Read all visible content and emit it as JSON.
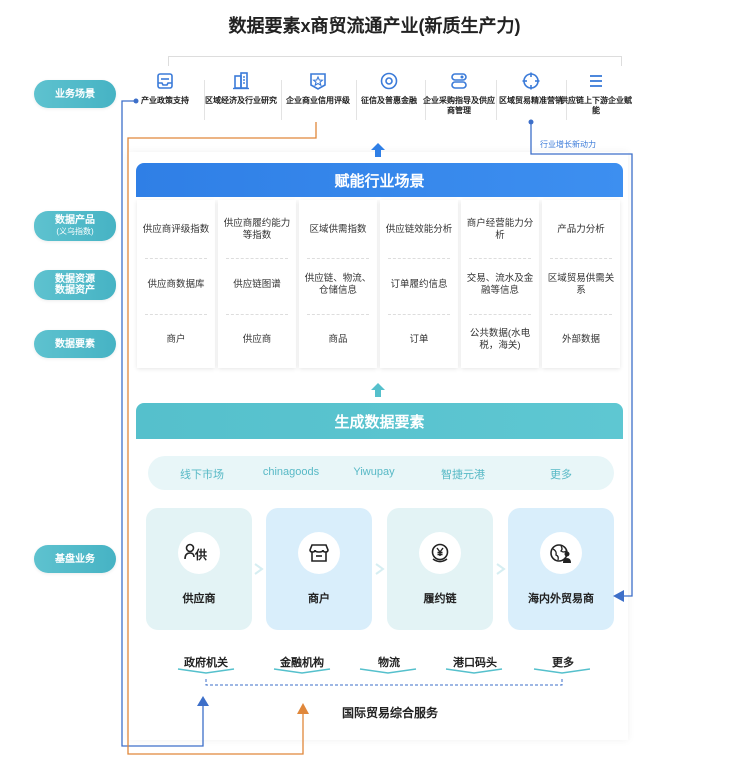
{
  "title": "数据要素x商贸流通产业(新质生产力)",
  "left_labels": {
    "business_scenarios": "业务场景",
    "data_products": "数据产品",
    "data_products_sub": "(义乌指数)",
    "data_resources": "数据资源",
    "data_assets": "数据资产",
    "data_elements": "数据要素",
    "base_business": "基盘业务"
  },
  "scenarios": [
    {
      "label": "产业政策支持",
      "icon": "document-tray-icon"
    },
    {
      "label": "区域经济及行业研究",
      "icon": "city-buildings-icon"
    },
    {
      "label": "企业商业信用评级",
      "icon": "star-badge-icon"
    },
    {
      "label": "征信及普惠金融",
      "icon": "target-circle-icon"
    },
    {
      "label": "企业采购指导及供应商管理",
      "icon": "profile-card-icon"
    },
    {
      "label": "区域贸易精准营销",
      "icon": "crosshair-icon"
    },
    {
      "label": "供应链上下游企业赋能",
      "icon": "menu-lines-icon"
    }
  ],
  "growth_note": "行业增长新动力",
  "empower_title": "赋能行业场景",
  "grid_columns": [
    {
      "product": "供应商评级指数",
      "resource": "供应商数据库",
      "element": "商户"
    },
    {
      "product": "供应商履约能力等指数",
      "resource": "供应链图谱",
      "element": "供应商"
    },
    {
      "product": "区域供需指数",
      "resource": "供应链、物流、仓储信息",
      "element": "商品"
    },
    {
      "product": "供应链效能分析",
      "resource": "订单履约信息",
      "element": "订单"
    },
    {
      "product": "商户经营能力分析",
      "resource": "交易、流水及金融等信息",
      "element": "公共数据(水电税，海关)"
    },
    {
      "product": "产品力分析",
      "resource": "区域贸易供需关系",
      "element": "外部数据"
    }
  ],
  "generate_title": "生成数据要素",
  "sources": [
    "线下市场",
    "chinagoods",
    "Yiwupay",
    "智捷元港",
    "更多"
  ],
  "base_cards": [
    {
      "label": "供应商",
      "icon": "supplier-person-icon",
      "icon_text": "供",
      "color": "#e3f3f5"
    },
    {
      "label": "商户",
      "icon": "storefront-icon",
      "color": "#d9eefb"
    },
    {
      "label": "履约链",
      "icon": "yen-cycle-icon",
      "color": "#e3f3f5"
    },
    {
      "label": "海内外贸易商",
      "icon": "globe-person-icon",
      "color": "#d9eefb"
    }
  ],
  "services": [
    "政府机关",
    "金融机构",
    "物流",
    "港口码头",
    "更多"
  ],
  "intl_service": "国际贸易综合服务",
  "colors": {
    "blue": "#2f7fe6",
    "teal": "#55c0cc",
    "orange": "#e0873a",
    "navy_line": "#3d6fc9"
  }
}
